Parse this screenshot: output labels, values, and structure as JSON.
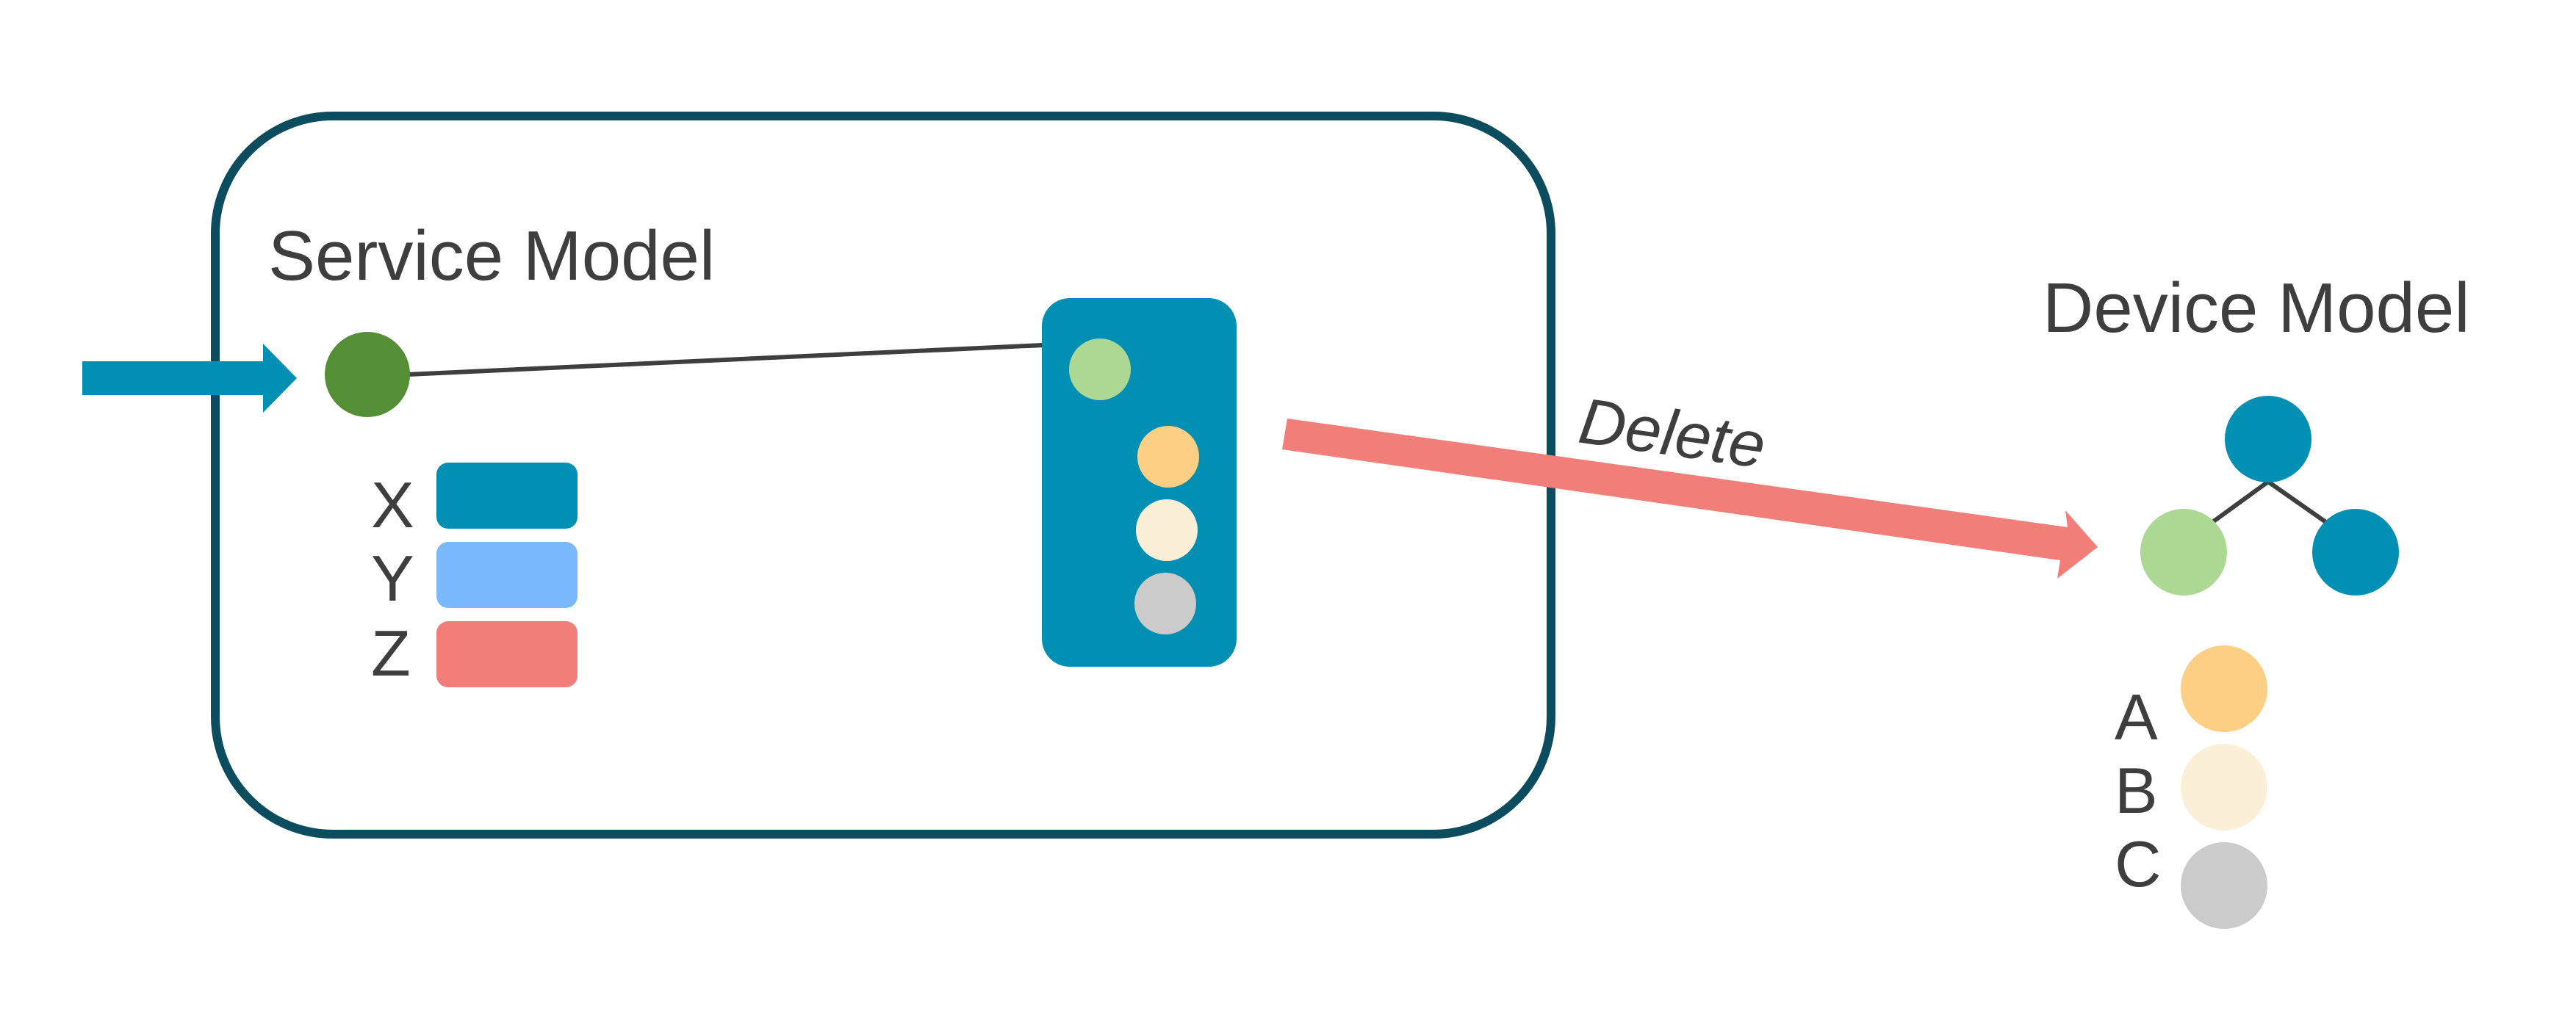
{
  "service_model": {
    "title": "Service Model",
    "labels": [
      "X",
      "Y",
      "Z"
    ]
  },
  "device_model": {
    "title": "Device Model",
    "labels": [
      "A",
      "B",
      "C"
    ]
  },
  "arrow": {
    "label": "Delete"
  },
  "colors": {
    "frame": "#0b4d5e",
    "teal": "#0190b3",
    "dark_green": "#548f35",
    "light_green": "#acd893",
    "orange": "#fccf84",
    "cream": "#fcefd8",
    "gray": "#cbcbcb",
    "sky": "#7ab9fd",
    "salmon": "#f17e78",
    "text": "#3e3e3e",
    "line": "#3e3e3e"
  }
}
